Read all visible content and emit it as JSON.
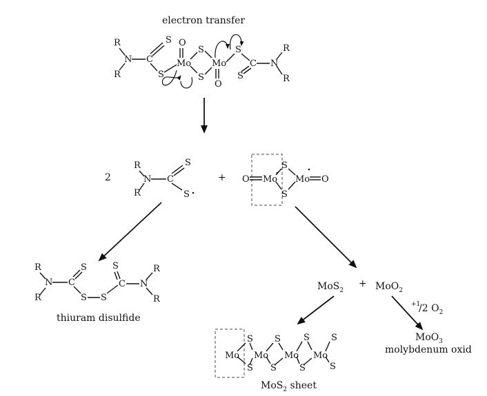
{
  "labels": {
    "electron_transfer": "electron transfer",
    "coefficient_2": "2",
    "plus": "+",
    "thiuram_disulfide": "thiuram disulfide",
    "mos2": "MoS",
    "mos2_sub": "2",
    "moo2": "MoO",
    "moo2_sub": "2",
    "half_o2_sup": "+1",
    "half_o2_frac": "/2 O",
    "half_o2_sub": "2",
    "moo3": "MoO",
    "moo3_sub": "3",
    "molybdenum_oxid": "molybdenum oxid",
    "mos2_sheet": "MoS",
    "mos2_sheet_sub": "2",
    "mos2_sheet_suffix": " sheet"
  },
  "atoms": {
    "R": "R",
    "N": "N",
    "C": "C",
    "S": "S",
    "O": "O",
    "Mo": "Mo"
  }
}
